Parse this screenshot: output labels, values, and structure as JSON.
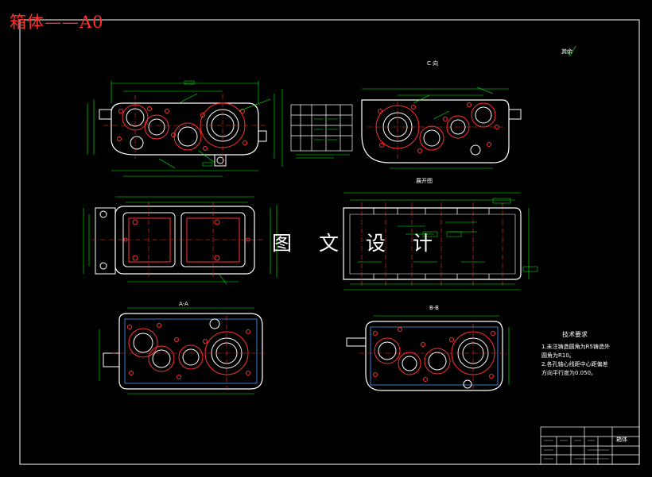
{
  "drawing": {
    "title": "箱体——A0",
    "watermark": "图 文 设 计",
    "roughness_note": "其余",
    "title_block_name": "箱体"
  },
  "views": {
    "c_view": "C 向",
    "top_view": "展开图",
    "section_aa": "A-A",
    "section_bb": "B-B"
  },
  "requirements": {
    "heading": "技术要求",
    "line1a": "1.未注铸造圆角为R5铸造外",
    "line1b": "圆角为R10。",
    "line2a": "2.各孔轴心线距中心距偏差",
    "line2b": "方向平行度为0.050。"
  },
  "colors": {
    "background": "#000000",
    "outline": "#ffffff",
    "dimension": "#00ff00",
    "hole": "#ff3030",
    "title_text": "#ff3030"
  }
}
